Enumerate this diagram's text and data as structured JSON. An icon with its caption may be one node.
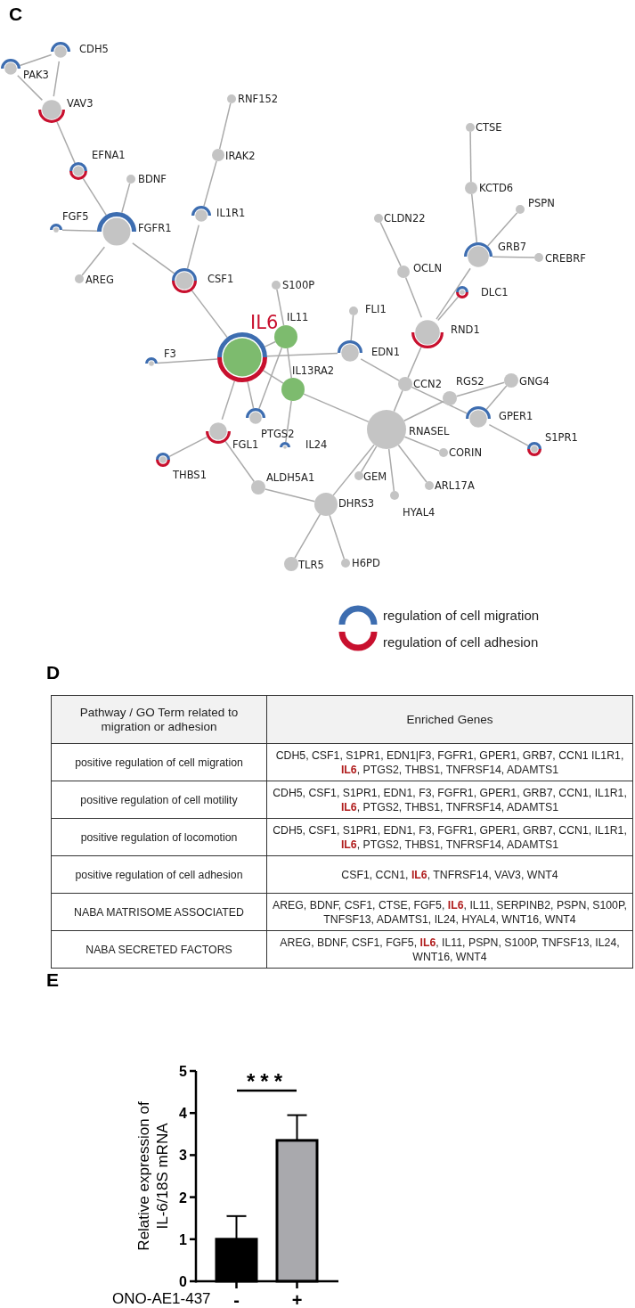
{
  "diagram": {
    "nodes": [
      {
        "text": [
          "CDH5"
        ]
      },
      {
        "text": [
          "PAK3"
        ]
      },
      {
        "text": [
          "VAV3"
        ]
      },
      {
        "text": [
          "RNF152"
        ]
      },
      {
        "text": [
          "EFNA1"
        ]
      },
      {
        "text": [
          "BDNF"
        ]
      },
      {
        "text": [
          "IRAK2"
        ]
      },
      {
        "text": [
          "FGF5"
        ]
      },
      {
        "text": [
          "FGFR1"
        ]
      },
      {
        "text": [
          "IL1R1"
        ]
      },
      {
        "text": [
          "AREG"
        ]
      },
      {
        "text": [
          "CSF1"
        ]
      },
      {
        "text": [
          "S100P"
        ]
      },
      {
        "text": [
          "CTSE"
        ]
      },
      {
        "text": [
          "KCTD6"
        ]
      },
      {
        "text": [
          "PSPN"
        ]
      },
      {
        "text": [
          "CLDN22"
        ]
      },
      {
        "text": [
          "GRB7"
        ]
      },
      {
        "text": [
          "CREBRF"
        ]
      },
      {
        "text": [
          "OCLN"
        ]
      },
      {
        "text": [
          "DLC1"
        ]
      },
      {
        "text": [
          "IL6"
        ]
      },
      {
        "text": [
          "IL11"
        ]
      },
      {
        "text": [
          "FLI1"
        ]
      },
      {
        "text": [
          "EDN1"
        ]
      },
      {
        "text": [
          "RND1"
        ]
      },
      {
        "text": [
          "F3"
        ]
      },
      {
        "text": [
          "IL13RA2"
        ]
      },
      {
        "text": [
          "CCN2"
        ]
      },
      {
        "text": [
          "RGS2"
        ]
      },
      {
        "text": [
          "GNG4"
        ]
      },
      {
        "text": [
          "FGL1"
        ]
      },
      {
        "text": [
          "PTGS2"
        ]
      },
      {
        "text": [
          "RNASEL"
        ]
      },
      {
        "text": [
          "GPER1"
        ]
      },
      {
        "text": [
          "IL24"
        ]
      },
      {
        "text": [
          "THBS1"
        ]
      },
      {
        "text": [
          "S1PR1"
        ]
      },
      {
        "text": [
          "CORIN"
        ]
      },
      {
        "text": [
          "ALDH5A1"
        ]
      },
      {
        "text": [
          "GEM"
        ]
      },
      {
        "text": [
          "ARL17A"
        ]
      },
      {
        "text": [
          "DHRS3"
        ]
      },
      {
        "text": [
          "HYAL4"
        ]
      },
      {
        "text": [
          "TLR5"
        ]
      },
      {
        "text": [
          "H6PD"
        ]
      }
    ],
    "edges": [
      {
        "from": 1,
        "to": 0,
        "arrow": "none"
      },
      {
        "from": 0,
        "to": 2,
        "arrow": "none"
      },
      {
        "from": 1,
        "to": 2,
        "arrow": "none"
      },
      {
        "from": 2,
        "to": 4,
        "arrow": "none"
      },
      {
        "from": 4,
        "to": 8,
        "arrow": "none"
      },
      {
        "from": 5,
        "to": 8,
        "arrow": "none"
      },
      {
        "from": 7,
        "to": 8,
        "arrow": "none"
      },
      {
        "from": 10,
        "to": 8,
        "arrow": "none"
      },
      {
        "from": 8,
        "to": 11,
        "arrow": "none"
      },
      {
        "from": 3,
        "to": 6,
        "arrow": "none"
      },
      {
        "from": 6,
        "to": 9,
        "arrow": "none"
      },
      {
        "from": 9,
        "to": 11,
        "arrow": "none"
      },
      {
        "from": 11,
        "to": 21,
        "arrow": "none"
      },
      {
        "from": 12,
        "to": 22,
        "arrow": "none"
      },
      {
        "from": 21,
        "to": 22,
        "arrow": "none"
      },
      {
        "from": 21,
        "to": 24,
        "arrow": "none"
      },
      {
        "from": 26,
        "to": 21,
        "arrow": "none"
      },
      {
        "from": 21,
        "to": 27,
        "arrow": "none"
      },
      {
        "from": 21,
        "to": 31,
        "arrow": "none"
      },
      {
        "from": 21,
        "to": 32,
        "arrow": "none"
      },
      {
        "from": 22,
        "to": 32,
        "arrow": "none"
      },
      {
        "from": 22,
        "to": 27,
        "arrow": "none"
      },
      {
        "from": 27,
        "to": 35,
        "arrow": "none"
      },
      {
        "from": 27,
        "to": 33,
        "arrow": "none"
      },
      {
        "from": 23,
        "to": 24,
        "arrow": "none"
      },
      {
        "from": 24,
        "to": 28,
        "arrow": "none"
      },
      {
        "from": 16,
        "to": 19,
        "arrow": "none"
      },
      {
        "from": 19,
        "to": 25,
        "arrow": "none"
      },
      {
        "from": 13,
        "to": 14,
        "arrow": "none"
      },
      {
        "from": 14,
        "to": 17,
        "arrow": "none"
      },
      {
        "from": 15,
        "to": 17,
        "arrow": "none"
      },
      {
        "from": 17,
        "to": 18,
        "arrow": "none"
      },
      {
        "from": 17,
        "to": 25,
        "arrow": "none"
      },
      {
        "from": 20,
        "to": 25,
        "arrow": "none"
      },
      {
        "from": 25,
        "to": 28,
        "arrow": "none"
      },
      {
        "from": 28,
        "to": 33,
        "arrow": "none"
      },
      {
        "from": 28,
        "to": 34,
        "arrow": "none"
      },
      {
        "from": 29,
        "to": 33,
        "arrow": "none"
      },
      {
        "from": 29,
        "to": 30,
        "arrow": "none"
      },
      {
        "from": 30,
        "to": 34,
        "arrow": "none"
      },
      {
        "from": 34,
        "to": 37,
        "arrow": "none"
      },
      {
        "from": 33,
        "to": 38,
        "arrow": "none"
      },
      {
        "from": 33,
        "to": 40,
        "arrow": "none"
      },
      {
        "from": 33,
        "to": 43,
        "arrow": "none"
      },
      {
        "from": 33,
        "to": 41,
        "arrow": "none"
      },
      {
        "from": 33,
        "to": 42,
        "arrow": "none"
      },
      {
        "from": 36,
        "to": 31,
        "arrow": "none"
      },
      {
        "from": 31,
        "to": 39,
        "arrow": "none"
      },
      {
        "from": 39,
        "to": 42,
        "arrow": "none"
      },
      {
        "from": 42,
        "to": 44,
        "arrow": "none"
      },
      {
        "from": 42,
        "to": 45,
        "arrow": "none"
      }
    ],
    "labels": [
      "C",
      "D",
      "Pathway / GO Term related to migration or adhesion",
      "Enriched Genes",
      "positive regulation of cell migration",
      "CDH5, CSF1, S1PR1, EDN1|F3, FGFR1, GPER1, GRB7, CCN1 IL1R1, **IL6**, PTGS2, THBS1, TNFRSF14, ADAMTS1",
      "positive regulation of cell motility",
      "CDH5, CSF1, S1PR1, EDN1, F3, FGFR1, GPER1, GRB7, CCN1, IL1R1, **IL6**, PTGS2, THBS1, TNFRSF14, ADAMTS1",
      "positive regulation of locomotion",
      "CDH5, CSF1, S1PR1, EDN1, F3, FGFR1, GPER1, GRB7, CCN1, IL1R1, **IL6**, PTGS2, THBS1, TNFRSF14, ADAMTS1",
      "positive regulation of cell adhesion",
      "CSF1, CCN1, **IL6**, TNFRSF14, VAV3, WNT4",
      "NABA MATRISOME ASSOCIATED",
      "AREG, BDNF, CSF1, CTSE, FGF5, **IL6**, IL11, SERPINB2, PSPN, S100P, TNFSF13, ADAMTS1, IL24, HYAL4, WNT16, WNT4",
      "NABA SECRETED FACTORS",
      "AREG, BDNF, CSF1, FGF5, **IL6**, IL11, PSPN, S100P, TNFSF13, IL24, WNT16, WNT4",
      "E"
    ],
    "legend": [
      {
        "text": "regulation of cell migration",
        "color": "#3d6db0"
      },
      {
        "text": "regulation of cell adhesion",
        "color": "#c8102e"
      }
    ],
    "chart_data": {
      "type": "bar",
      "xlabel": "ONO-AE1-437",
      "ylabel": "Relative expression of IL-6/18S mRNA",
      "categories": [
        "-",
        "+"
      ],
      "values": [
        1,
        3.35
      ],
      "ylim": [
        0,
        5
      ],
      "yticks": [
        0,
        1,
        2,
        3,
        4,
        5
      ],
      "annotations": [
        "***"
      ]
    }
  }
}
